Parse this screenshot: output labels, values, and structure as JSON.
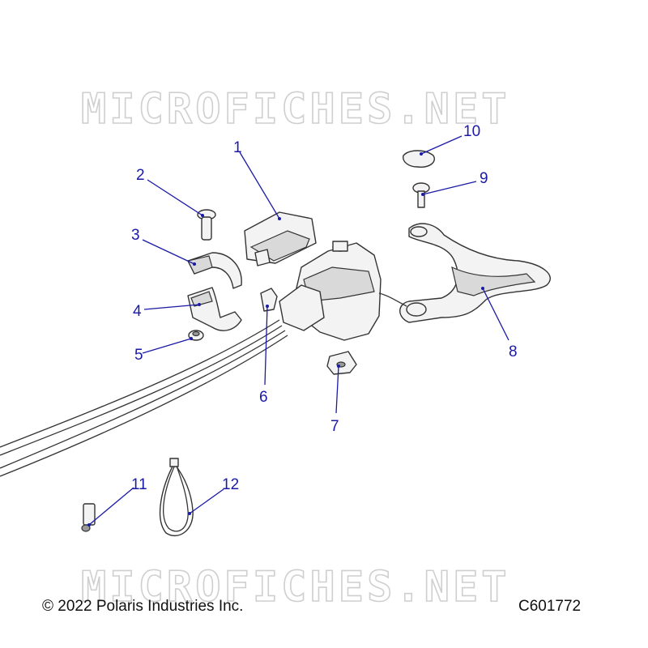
{
  "watermark": "MICROFICHES.NET",
  "copyright": "© 2022 Polaris Industries Inc.",
  "diagram_code": "C601772",
  "callouts": [
    "1",
    "2",
    "3",
    "4",
    "5",
    "6",
    "7",
    "8",
    "9",
    "10",
    "11",
    "12"
  ]
}
